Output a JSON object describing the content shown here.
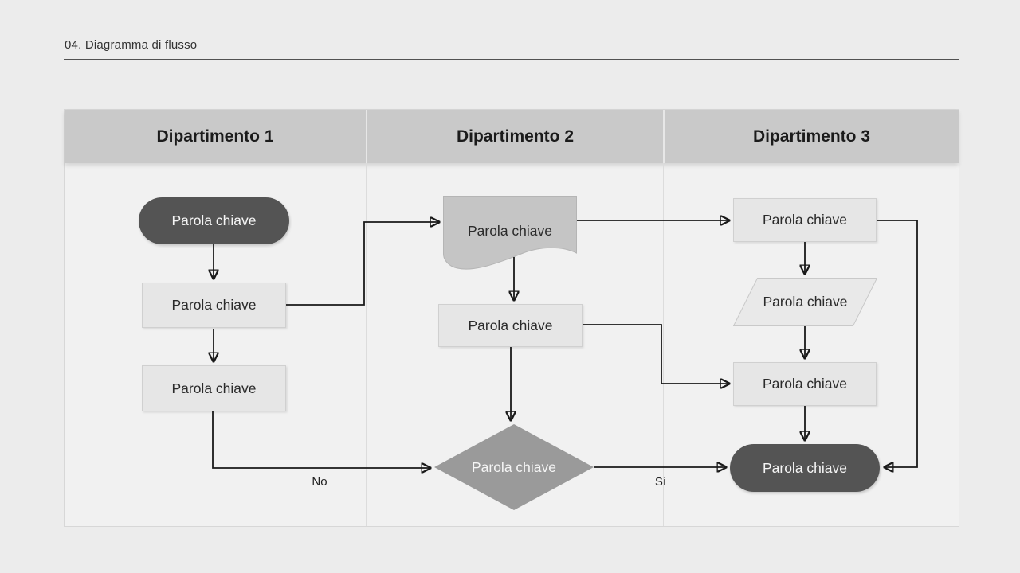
{
  "page": {
    "title": "04. Diagramma di flusso"
  },
  "lanes": [
    {
      "label": "Dipartimento 1"
    },
    {
      "label": "Dipartimento 2"
    },
    {
      "label": "Dipartimento 3"
    }
  ],
  "nodes": {
    "start": {
      "label": "Parola chiave",
      "type": "terminator"
    },
    "process_a": {
      "label": "Parola chiave",
      "type": "process"
    },
    "process_b": {
      "label": "Parola chiave",
      "type": "process"
    },
    "document": {
      "label": "Parola chiave",
      "type": "document"
    },
    "process_c": {
      "label": "Parola chiave",
      "type": "process"
    },
    "decision": {
      "label": "Parola chiave",
      "type": "decision"
    },
    "process_d": {
      "label": "Parola chiave",
      "type": "process"
    },
    "data_io": {
      "label": "Parola chiave",
      "type": "input-output"
    },
    "process_e": {
      "label": "Parola chiave",
      "type": "process"
    },
    "end": {
      "label": "Parola chiave",
      "type": "terminator"
    }
  },
  "edge_labels": {
    "no": "No",
    "si": "Sì"
  },
  "colors": {
    "page_bg": "#ececec",
    "frame_bg": "#f1f1f1",
    "lane_header_fill": "#c9c9c9",
    "process_fill": "#e6e6e6",
    "terminator_fill": "#545454",
    "decision_fill": "#9a9a9a",
    "document_fill": "#c5c5c5",
    "connector": "#1a1a1a"
  }
}
